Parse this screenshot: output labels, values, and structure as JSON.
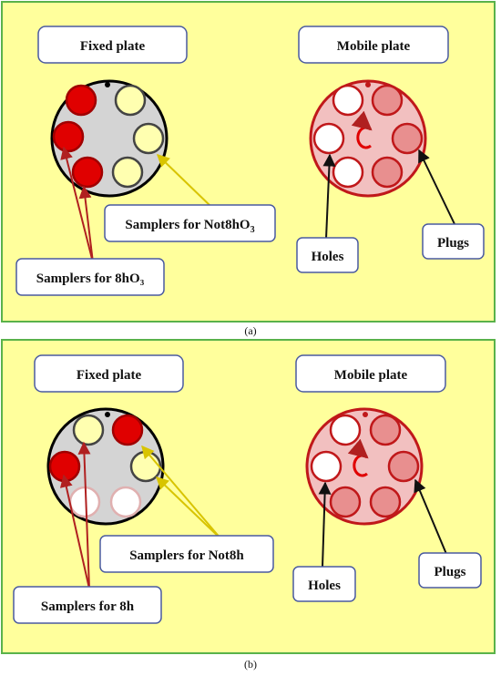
{
  "panel_a": {
    "fixed_title": "Fixed plate",
    "mobile_title": "Mobile plate",
    "samplers_not": "Samplers for Not8hO",
    "samplers_not_sub": "3",
    "samplers_8h": "Samplers for 8hO₃",
    "holes": "Holes",
    "plugs": "Plugs",
    "caption": "(a)"
  },
  "panel_b": {
    "fixed_title": "Fixed plate",
    "mobile_title": "Mobile plate",
    "samplers_not": "Samplers for Not8h",
    "samplers_8h": "Samplers for 8h",
    "holes": "Holes",
    "plugs": "Plugs",
    "caption": "(b)"
  },
  "colors": {
    "panel_bg": "#ffff9c",
    "panel_border": "#59b24a",
    "sampler_red": "#e00000",
    "sampler_yellow": "#ffffb0",
    "plate_gray": "#d4d4d4",
    "mobile_pink": "#f2c0c0",
    "plug_fill": "#e88f8f",
    "ring_red": "#c0181a",
    "arrow_red": "#b02020",
    "arrow_yellow": "#d8c400"
  },
  "icons": [
    "rotation-arrow-icon"
  ]
}
